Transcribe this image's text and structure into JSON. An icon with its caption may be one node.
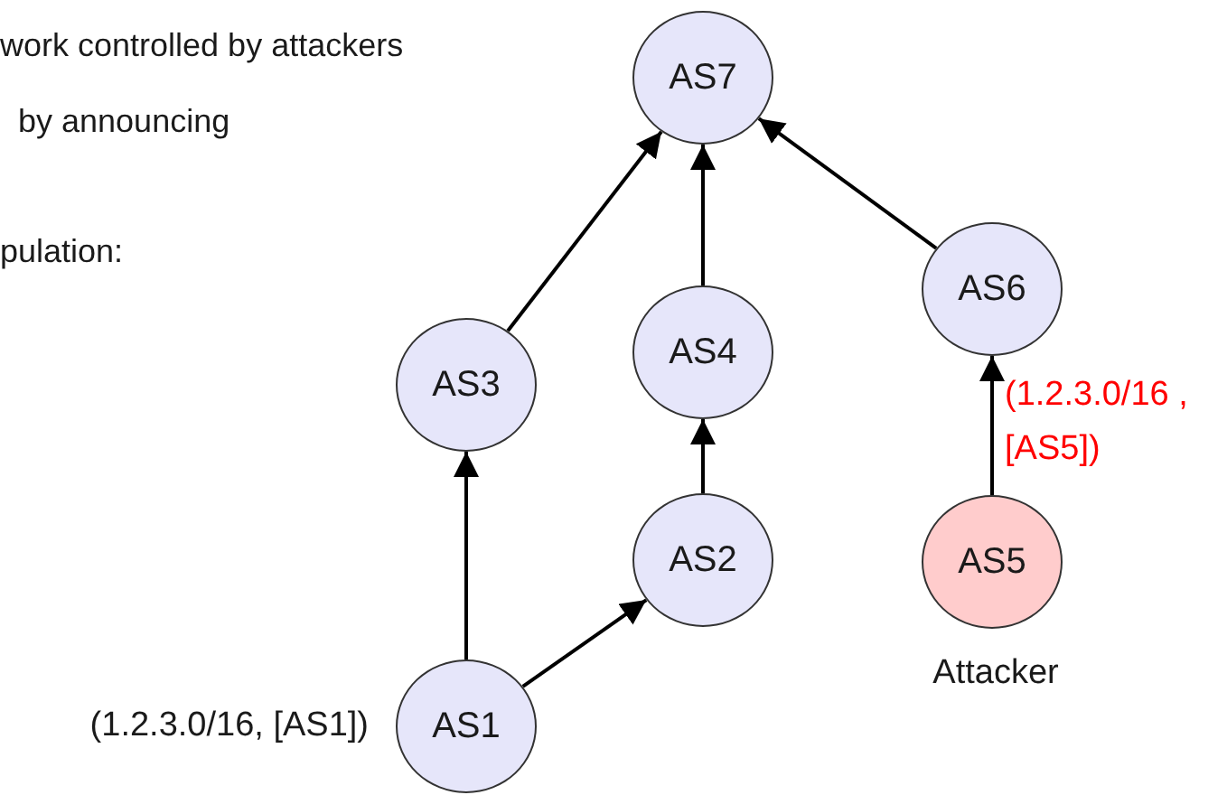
{
  "diagram": {
    "nodes": [
      {
        "text": [
          "AS7"
        ]
      },
      {
        "text": [
          "AS6"
        ]
      },
      {
        "text": [
          "AS3"
        ]
      },
      {
        "text": [
          "AS4"
        ]
      },
      {
        "text": [
          "AS2"
        ]
      },
      {
        "text": [
          "AS5"
        ],
        "beside": [
          "Attacker"
        ]
      },
      {
        "text": [
          "AS1"
        ],
        "beside": [
          "(1.2.3.0/16, [AS1])"
        ]
      }
    ],
    "edges": [
      {
        "from": 6,
        "to": 2,
        "arrow": "to"
      },
      {
        "from": 6,
        "to": 4,
        "arrow": "to"
      },
      {
        "from": 4,
        "to": 3,
        "arrow": "to"
      },
      {
        "from": 2,
        "to": 0,
        "arrow": "to"
      },
      {
        "from": 3,
        "to": 0,
        "arrow": "to"
      },
      {
        "from": 1,
        "to": 0,
        "arrow": "to"
      },
      {
        "from": 5,
        "to": 1,
        "arrow": "to",
        "label": "(1.2.3.0/16 , [AS5])"
      }
    ],
    "labels": [
      "work controlled by attackers",
      "by announcing",
      "pulation:"
    ]
  }
}
